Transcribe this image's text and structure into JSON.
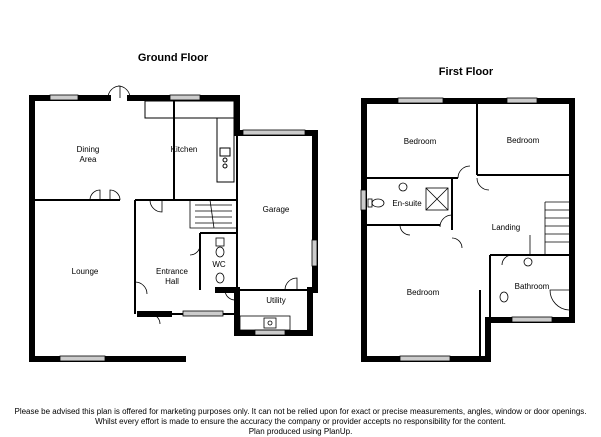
{
  "floors": {
    "ground": {
      "title": "Ground Floor",
      "rooms": {
        "dining_line1": "Dining",
        "dining_line2": "Area",
        "kitchen": "Kitchen",
        "garage": "Garage",
        "lounge": "Lounge",
        "entrance_line1": "Entrance",
        "entrance_line2": "Hall",
        "wc": "WC",
        "utility": "Utility"
      }
    },
    "first": {
      "title": "First Floor",
      "rooms": {
        "bedroom_1": "Bedroom",
        "bedroom_2": "Bedroom",
        "ensuite": "En-suite",
        "landing": "Landing",
        "bedroom_3": "Bedroom",
        "bathroom": "Bathroom"
      }
    }
  },
  "disclaimer": {
    "line1": "Please be advised this plan is offered for marketing purposes only. It can not be relied upon for exact or precise measurements, angles, window or door openings.",
    "line2": "Whilst every effort is made to ensure the accuracy the company or provider accepts no responsibility for the content.",
    "line3": "Plan produced using PlanUp."
  }
}
